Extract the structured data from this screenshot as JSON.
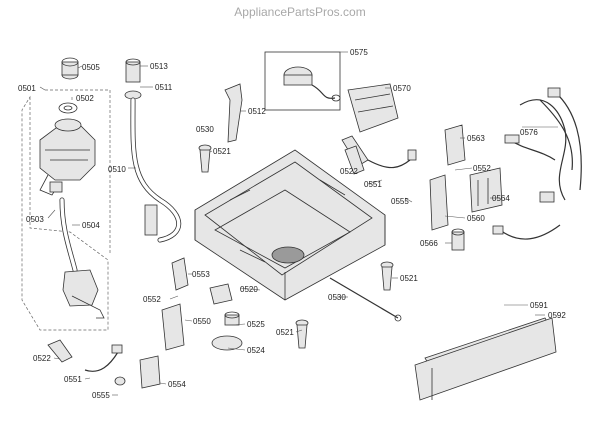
{
  "watermark": "AppliancePartsPros.com",
  "callouts": {
    "p0501": "0501",
    "p0502": "0502",
    "p0503": "0503",
    "p0504": "0504",
    "p0505": "0505",
    "p0510": "0510",
    "p0511": "0511",
    "p0512": "0512",
    "p0513": "0513",
    "p0520": "0520",
    "p0521a": "0521",
    "p0521b": "0521",
    "p0521c": "0521",
    "p0522a": "0522",
    "p0522b": "0522",
    "p0524": "0524",
    "p0525": "0525",
    "p0530a": "0530",
    "p0530b": "0530",
    "p0550": "0550",
    "p0551a": "0551",
    "p0551b": "0551",
    "p0552a": "0552",
    "p0552b": "0552",
    "p0553": "0553",
    "p0554": "0554",
    "p0555a": "0555",
    "p0555b": "0555",
    "p0560": "0560",
    "p0563": "0563",
    "p0564": "0564",
    "p0566": "0566",
    "p0570": "0570",
    "p0575": "0575",
    "p0576": "0576",
    "p0591": "0591",
    "p0592": "0592"
  }
}
